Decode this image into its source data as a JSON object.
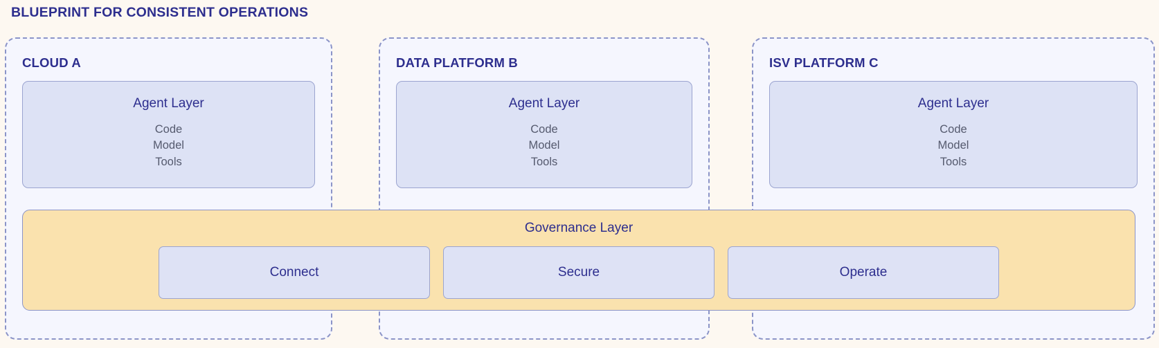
{
  "page": {
    "title": "BLUEPRINT FOR CONSISTENT OPERATIONS",
    "background_color": "#FDF8F1",
    "accent_color": "#2D2E8E",
    "panel_fill_color": "#F5F6FE",
    "panel_border_color": "#8B94C8",
    "agent_box_color": "#DDE2F5",
    "governance_color": "#FAE2AE",
    "muted_text_color": "#555A6E"
  },
  "panels": [
    {
      "id": "cloud-a",
      "title": "CLOUD A",
      "agent_layer": {
        "title": "Agent Layer",
        "items": [
          "Code",
          "Model",
          "Tools"
        ]
      }
    },
    {
      "id": "data-platform-b",
      "title": "DATA PLATFORM B",
      "agent_layer": {
        "title": "Agent Layer",
        "items": [
          "Code",
          "Model",
          "Tools"
        ]
      }
    },
    {
      "id": "isv-platform-c",
      "title": "ISV PLATFORM C",
      "agent_layer": {
        "title": "Agent Layer",
        "items": [
          "Code",
          "Model",
          "Tools"
        ]
      }
    }
  ],
  "governance": {
    "title": "Governance Layer",
    "pillars": [
      {
        "id": "connect",
        "label": "Connect"
      },
      {
        "id": "secure",
        "label": "Secure"
      },
      {
        "id": "operate",
        "label": "Operate"
      }
    ]
  }
}
